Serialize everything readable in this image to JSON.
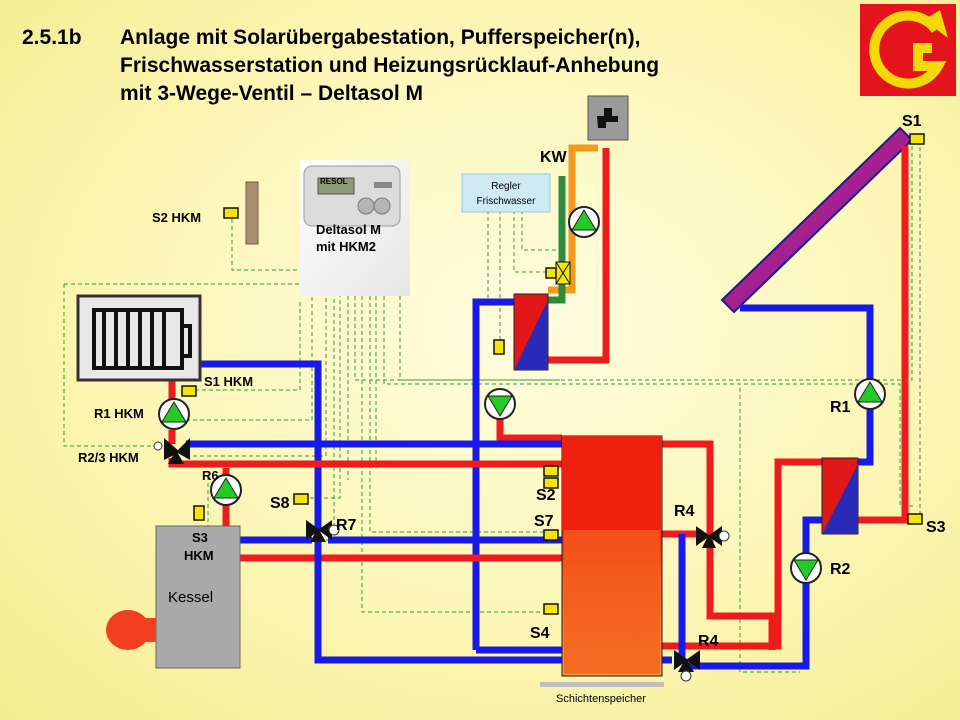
{
  "title": {
    "number": "2.5.1b",
    "line1": "Anlage mit Solarübergabestation, Pufferspeicher(n),",
    "line2": "Frischwasserstation und Heizungsrücklauf-Anhebung",
    "line3": "mit 3-Wege-Ventil – Deltasol M"
  },
  "controller": {
    "brand": "RESOL",
    "label_line1": "Deltasol M",
    "label_line2": "mit HKM2"
  },
  "regler_box": {
    "line1": "Regler",
    "line2": "Frischwasser"
  },
  "labels": {
    "kw": "KW",
    "s1": "S1",
    "s2": "S2",
    "s3": "S3",
    "s4": "S4",
    "s7": "S7",
    "s8": "S8",
    "r1": "R1",
    "r2": "R2",
    "r4a": "R4",
    "r4b": "R4",
    "r6": "R6",
    "r7": "R7",
    "s2_hkm": "S2 HKM",
    "s1_hkm": "S1 HKM",
    "r1_hkm": "R1 HKM",
    "r23_hkm": "R2/3 HKM",
    "s3_hkm_1": "S3",
    "s3_hkm_2": "HKM",
    "kessel": "Kessel",
    "speicher": "Schichtenspeicher"
  },
  "colors": {
    "hot_pipe": "#ee1c1c",
    "cold_pipe": "#1a1ae6",
    "warm_pipe": "#f39a1e",
    "return_green": "#2e8b3a",
    "pump_green": "#22cc22",
    "sensor_yellow": "#f4e40a",
    "logo_red": "#e3141b",
    "logo_yellow": "#f5d80a"
  },
  "icons": {
    "logo": "g-logo-icon",
    "tap": "water-tap-icon",
    "pump": "pump-icon",
    "valve": "three-way-valve-icon",
    "sensor": "temperature-sensor-icon"
  }
}
